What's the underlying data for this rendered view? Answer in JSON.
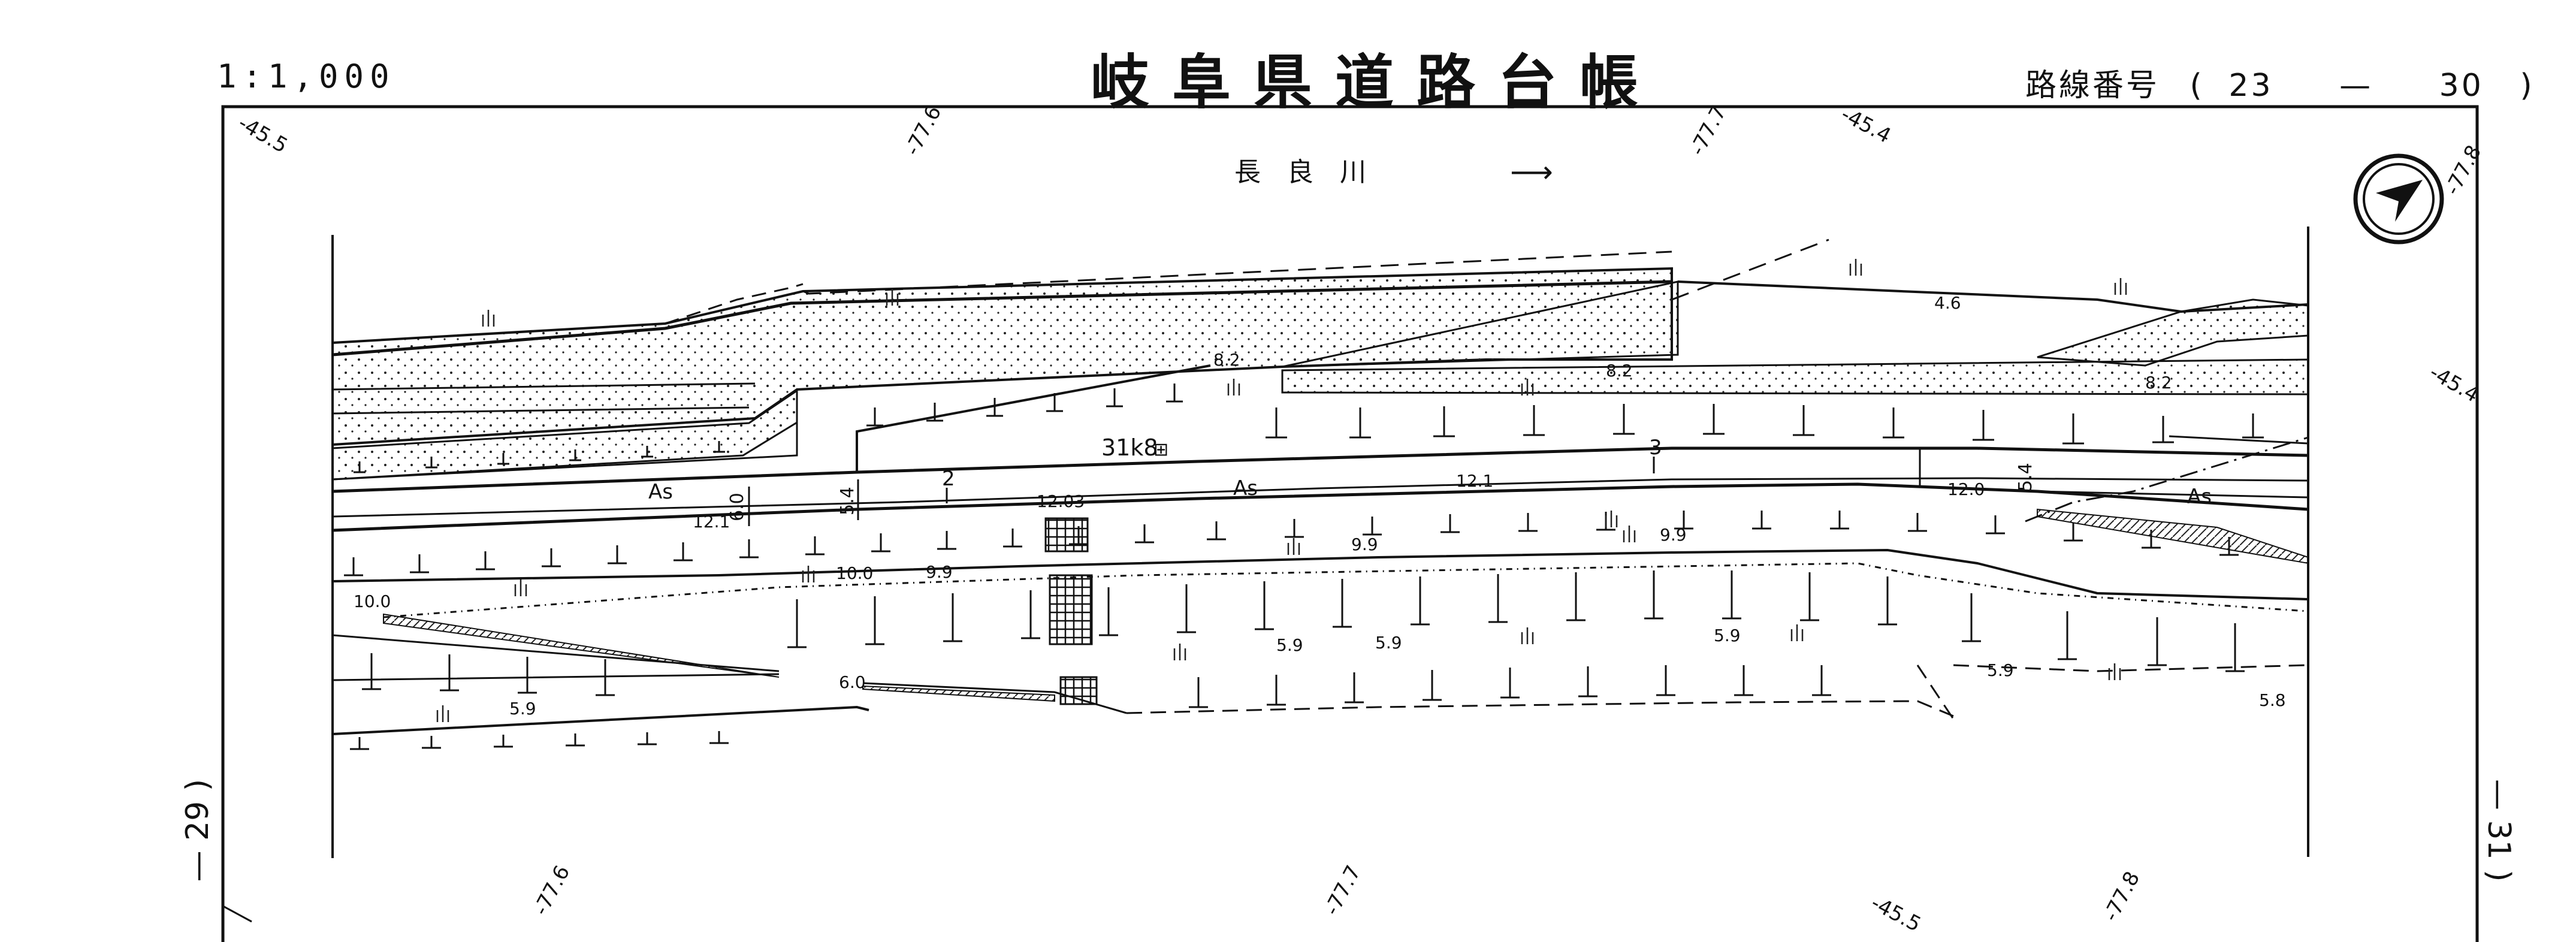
{
  "header": {
    "title": "岐阜県道路台帳",
    "scale": "1:1,000",
    "route_label": "路線番号",
    "route_open": "(",
    "route_number_a": "23",
    "route_dash": "—",
    "route_number_b": "30",
    "route_close": ")"
  },
  "sheet_refs": {
    "left": "— 29 )",
    "right": "— 31 )"
  },
  "river": {
    "name": "長　良　川",
    "arrow": "⟶"
  },
  "coordinate_labels": {
    "top_left": "-45.5",
    "top_1": "-77.6",
    "top_2": "-77.7",
    "top_3": "-45.4",
    "right_top": "-77.8",
    "right_mid": "-45.4",
    "bottom_1": "-77.6",
    "bottom_2": "-77.7",
    "bottom_3": "-45.5",
    "bottom_4": "-77.8"
  },
  "map_labels": {
    "station_2": "2",
    "station_3": "3",
    "km_marker": "31k8",
    "km_symbol": "⊞",
    "surface_a": "As",
    "surface_b": "As",
    "surface_c": "As",
    "width_a": "6.0",
    "width_b": "5.4",
    "width_c": "5.4",
    "elev_82a": "8.2",
    "elev_82b": "8.2",
    "elev_82c": "8.2",
    "elev_46": "4.6",
    "elev_121a": "12.1",
    "elev_121b": "12.1",
    "elev_120": "12.0",
    "elev_1203": "12.03",
    "elev_99a": "9.9",
    "elev_99b": "9.9",
    "elev_99c": "9.9",
    "elev_100a": "10.0",
    "elev_100b": "10.0",
    "elev_60": "6.0",
    "elev_59a": "5.9",
    "elev_59b": "5.9",
    "elev_59c": "5.9",
    "elev_59d": "5.9",
    "elev_59e": "5.9",
    "elev_58": "5.8"
  },
  "symbols": {
    "north_icon": "north-arrow",
    "grass_icon": "grass-tuft"
  }
}
